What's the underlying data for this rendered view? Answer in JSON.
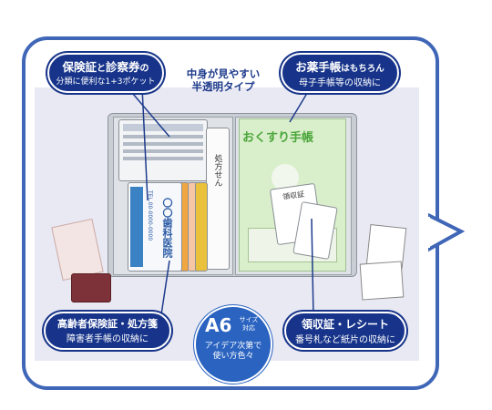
{
  "callouts": {
    "top_left": {
      "title_a": "保険証",
      "title_b": "と",
      "title_c": "診察券",
      "title_d": "の",
      "subtitle": "分類に便利な1+3ポケット"
    },
    "top_center": {
      "line1": "中身が見やすい",
      "line2": "半透明タイプ"
    },
    "top_right": {
      "title_a": "お薬手帳",
      "title_b": "はもちろん",
      "subtitle": "母子手帳等の収納に"
    },
    "bottom_left": {
      "title": "高齢者保険証・処方箋",
      "subtitle": "障害者手帳の収納に"
    },
    "bottom_right": {
      "title": "領収証・レシート",
      "subtitle": "番号札など紙片の収納に"
    }
  },
  "badge": {
    "size": "A6",
    "small": "サイズ対応",
    "line1": "アイデア次第で",
    "line2": "使い方色々"
  },
  "product": {
    "book_title": "おくすり手帳",
    "dental_card": "〇〇歯科医院",
    "dental_tel": "TEL.00-0000-0000",
    "prescription_label": "処方せん",
    "receipt_label": "領収証"
  },
  "colors": {
    "accent": "#17348a",
    "frame": "#3f66b7",
    "badge": "#2a63c0",
    "book": "#4aa63a"
  }
}
